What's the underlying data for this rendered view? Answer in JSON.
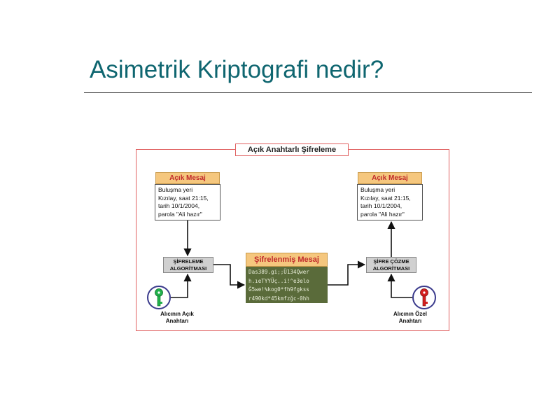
{
  "slide": {
    "title": "Asimetrik Kriptografi nedir?"
  },
  "diagram": {
    "title": "Açık Anahtarlı Şifreleme",
    "plain_message_left": {
      "header": "Açık Mesaj",
      "lines": [
        "Buluşma yeri",
        "Kızılay, saat 21:15,",
        "tarih 10/1/2004,",
        "parola \"Ali hazır\""
      ]
    },
    "plain_message_right": {
      "header": "Açık Mesaj",
      "lines": [
        "Buluşma yeri",
        "Kızılay, saat 21:15,",
        "tarih 10/1/2004,",
        "parola \"Ali hazır\""
      ]
    },
    "encrypt_algorithm": {
      "lines": [
        "ŞİFRELEME",
        "ALGORİTMASI"
      ]
    },
    "decrypt_algorithm": {
      "lines": [
        "ŞİFRE ÇÖZME",
        "ALGORİTMASI"
      ]
    },
    "encrypted_message": {
      "header": "Şifrelenmiş Mesaj",
      "lines": [
        "Das389.gi;;Ü134Qwer",
        "h.ıeTYYÜç..i!^e3elo",
        "Ğ5we!%kog0*fh9fgkss",
        "r490kd*45kmfzğc-0hh"
      ]
    },
    "public_key": {
      "icon": "green-key-icon",
      "color": "#22b14c",
      "label_lines": [
        "Alıcının Açık",
        "Anahtarı"
      ]
    },
    "private_key": {
      "icon": "red-key-icon",
      "color": "#d42020",
      "label_lines": [
        "Alıcının Özel",
        "Anahtarı"
      ]
    }
  }
}
